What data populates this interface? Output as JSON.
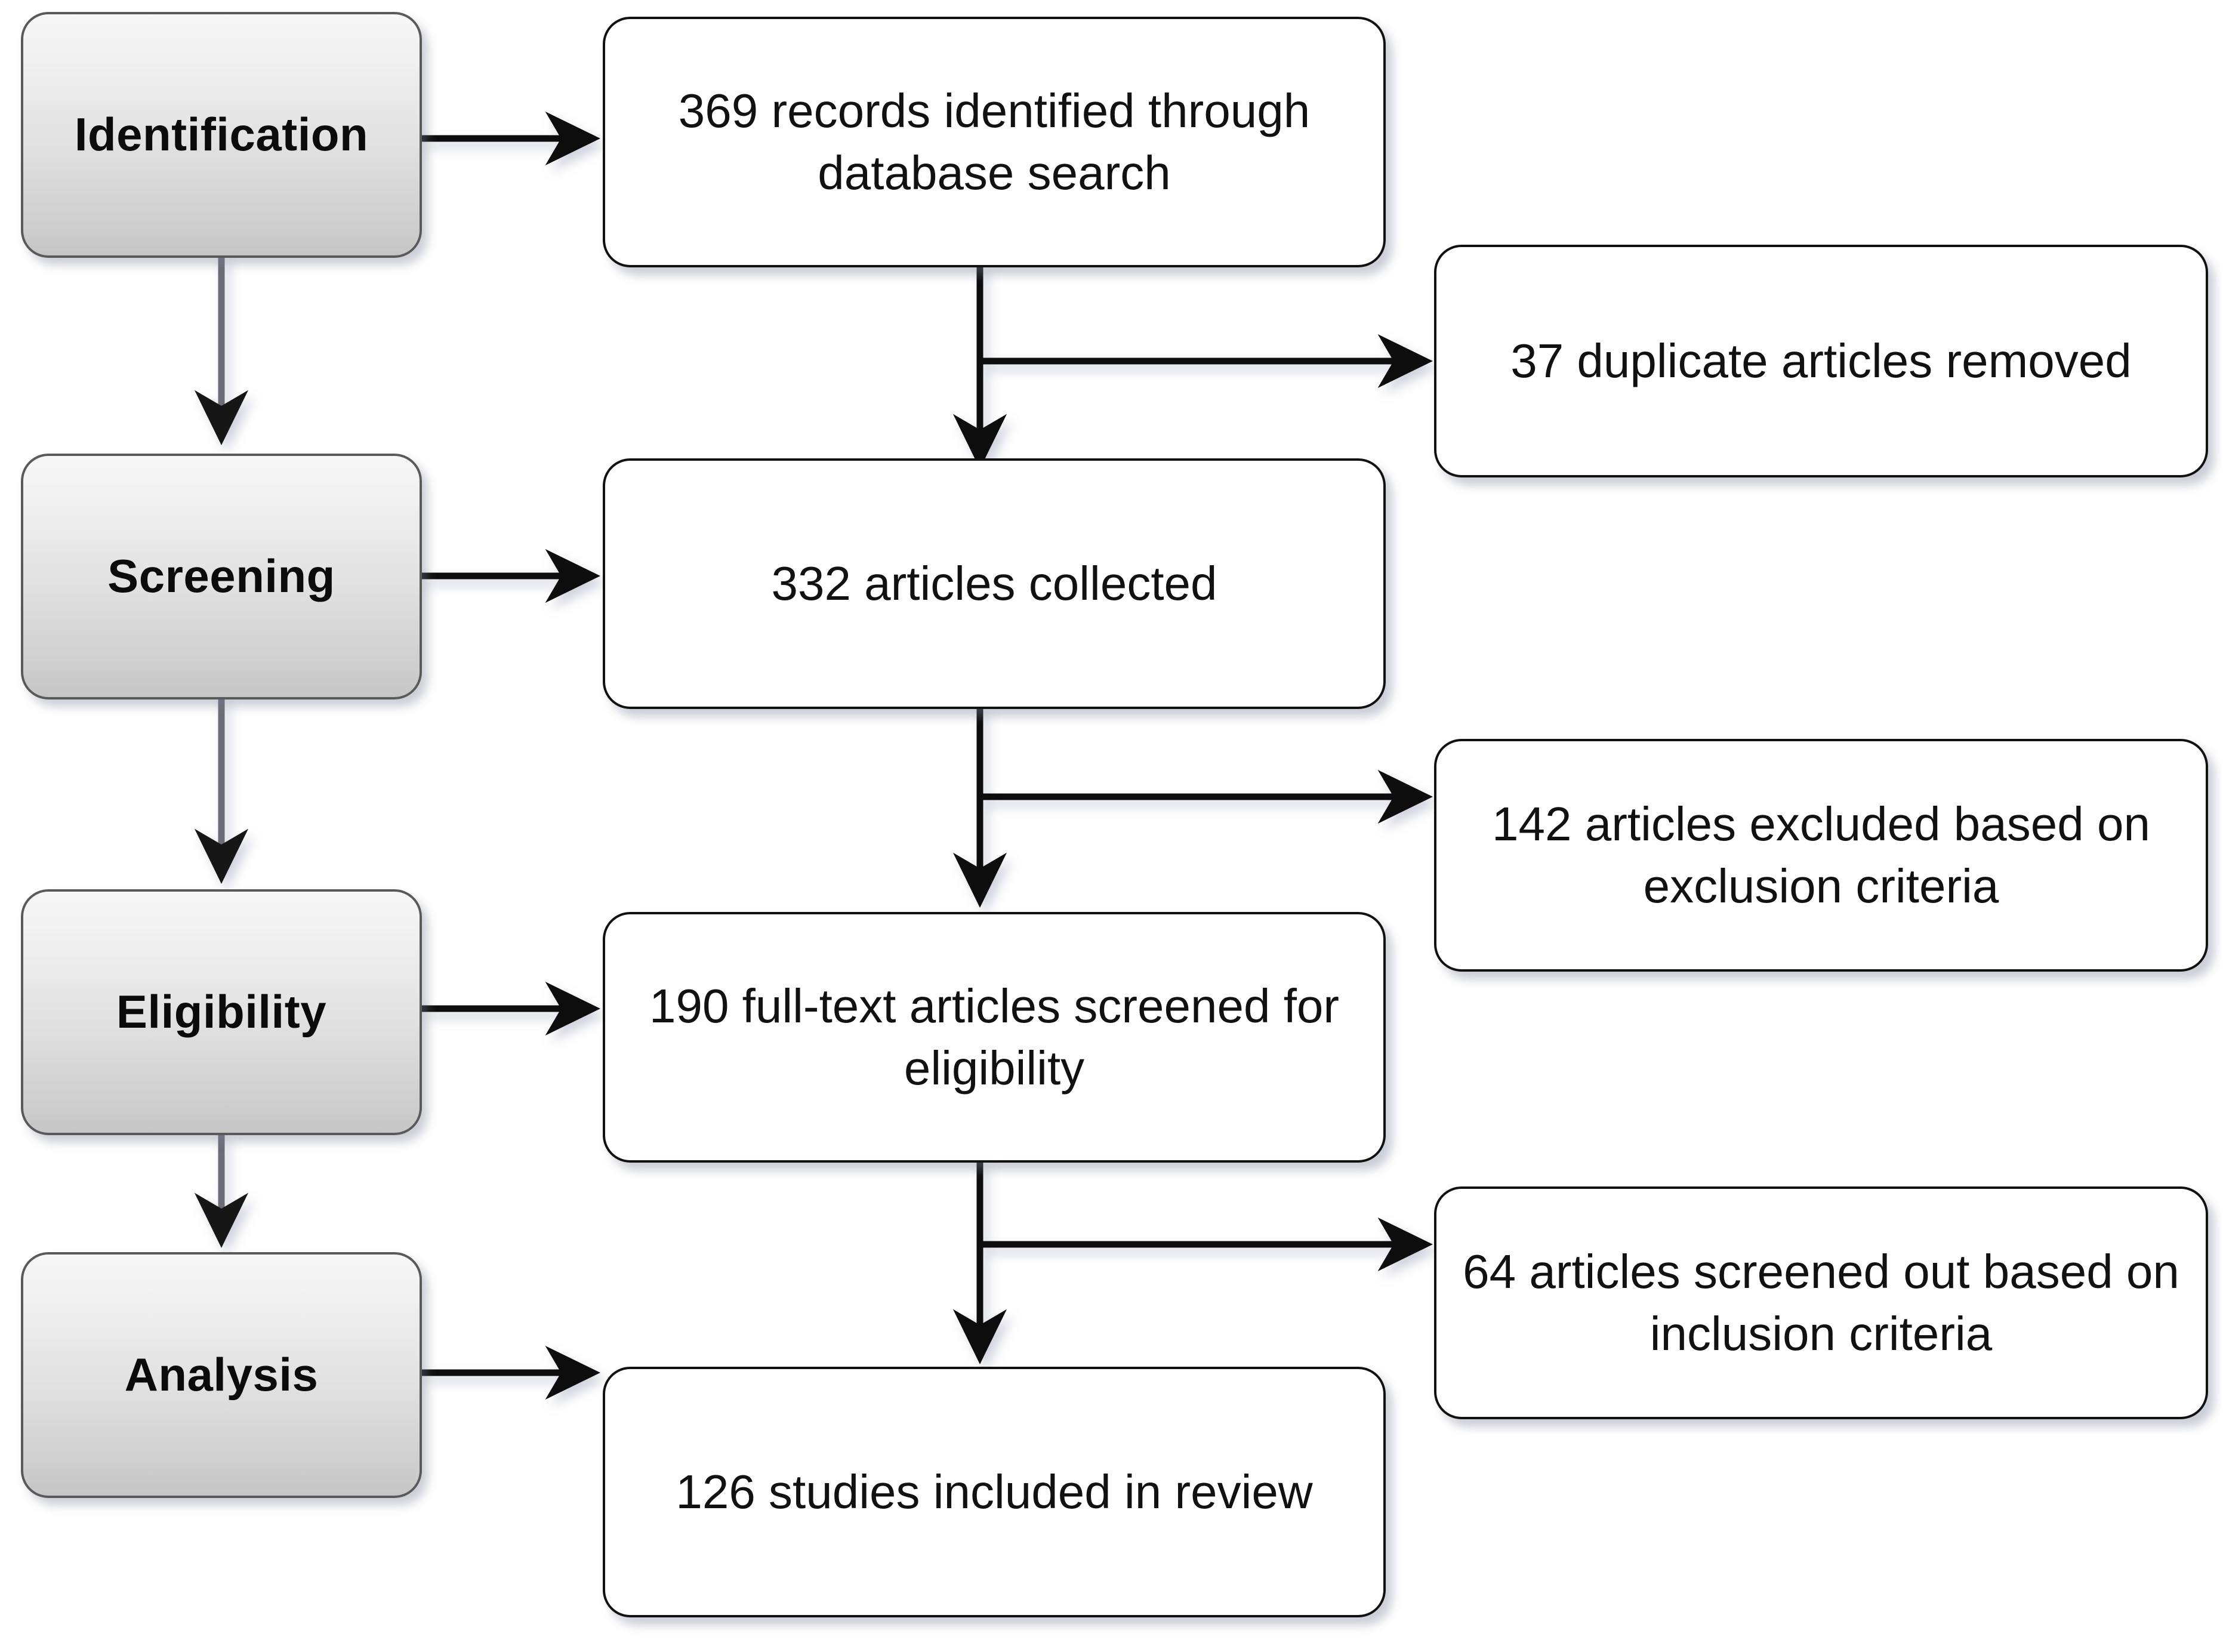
{
  "diagram": {
    "type": "prisma-flow-diagram",
    "stages": [
      {
        "id": "identification",
        "label": "Identification"
      },
      {
        "id": "screening",
        "label": "Screening"
      },
      {
        "id": "eligibility",
        "label": "Eligibility"
      },
      {
        "id": "analysis",
        "label": "Analysis"
      }
    ],
    "flow_boxes": [
      {
        "id": "records-identified",
        "count": 369,
        "text": "369 records identified through database search"
      },
      {
        "id": "articles-collected",
        "count": 332,
        "text": "332 articles collected"
      },
      {
        "id": "fulltext-screened",
        "count": 190,
        "text": "190 full-text articles screened for eligibility"
      },
      {
        "id": "studies-included",
        "count": 126,
        "text": "126 studies included in review"
      }
    ],
    "exclusion_boxes": [
      {
        "id": "duplicates-removed",
        "count": 37,
        "text": "37 duplicate articles removed"
      },
      {
        "id": "excluded-exclusion",
        "count": 142,
        "text": "142 articles excluded based on exclusion criteria"
      },
      {
        "id": "excluded-inclusion",
        "count": 64,
        "text": "64 articles screened out based on inclusion criteria"
      }
    ],
    "colors": {
      "stage_fill_top": "#f7f7f7",
      "stage_fill_bottom": "#c6c6c6",
      "stage_border": "#5a5a5a",
      "card_border": "#111111",
      "card_fill": "#ffffff",
      "connector": "#111111",
      "stage_connector": "#6d6d78",
      "text": "#111111",
      "background": "#ffffff"
    }
  }
}
